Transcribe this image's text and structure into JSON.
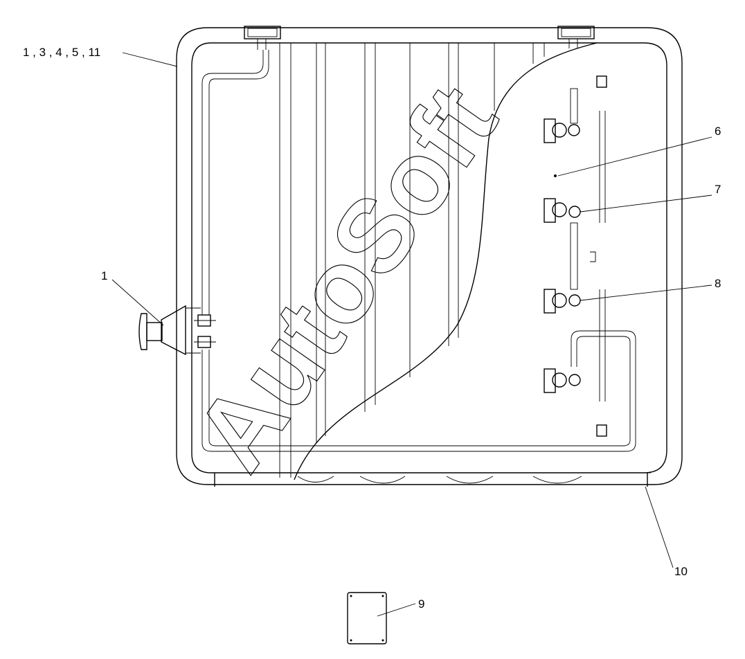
{
  "diagram": {
    "watermark": "AutoSoft",
    "callouts": [
      {
        "id": "c-1-3-4-5-11",
        "text": "1 , 3 , 4 , 5 , 11"
      },
      {
        "id": "c-1",
        "text": "1"
      },
      {
        "id": "c-6",
        "text": "6"
      },
      {
        "id": "c-7",
        "text": "7"
      },
      {
        "id": "c-8",
        "text": "8"
      },
      {
        "id": "c-9",
        "text": "9"
      },
      {
        "id": "c-10",
        "text": "10"
      }
    ]
  }
}
